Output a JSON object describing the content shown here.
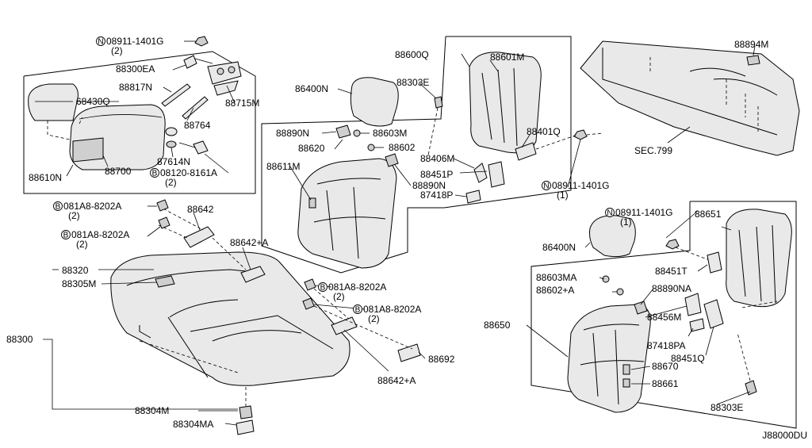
{
  "labels": [
    {
      "name": "label-08911-1401g-top",
      "circle": "N",
      "text": "08911-1401G",
      "qty": "(2)"
    },
    {
      "name": "label-88300ea",
      "text": "88300EA"
    },
    {
      "name": "label-88817n",
      "text": "88817N"
    },
    {
      "name": "label-68430q",
      "text": "68430Q"
    },
    {
      "name": "label-88715m",
      "text": "88715M"
    },
    {
      "name": "label-88764",
      "text": "88764"
    },
    {
      "name": "label-87614n",
      "text": "87614N"
    },
    {
      "name": "label-88700",
      "text": "88700"
    },
    {
      "name": "label-88610n",
      "text": "88610N"
    },
    {
      "name": "label-08120-8161a",
      "circle": "B",
      "text": "08120-8161A",
      "qty": "(2)"
    },
    {
      "name": "label-081a8-8202a-1",
      "circle": "B",
      "text": "081A8-8202A",
      "qty": "(2)"
    },
    {
      "name": "label-081a8-8202a-2",
      "circle": "B",
      "text": "081A8-8202A",
      "qty": "(2)"
    },
    {
      "name": "label-88642",
      "text": "88642"
    },
    {
      "name": "label-88642a-1",
      "text": "88642+A"
    },
    {
      "name": "label-88320",
      "text": "88320"
    },
    {
      "name": "label-88305m",
      "text": "88305M"
    },
    {
      "name": "label-88300",
      "text": "88300"
    },
    {
      "name": "label-081a8-8202a-3",
      "circle": "B",
      "text": "081A8-8202A",
      "qty": "(2)"
    },
    {
      "name": "label-081a8-8202a-4",
      "circle": "B",
      "text": "081A8-8202A",
      "qty": "(2)"
    },
    {
      "name": "label-88692",
      "text": "88692"
    },
    {
      "name": "label-88642a-2",
      "text": "88642+A"
    },
    {
      "name": "label-88304m",
      "text": "88304M"
    },
    {
      "name": "label-88304ma",
      "text": "88304MA"
    },
    {
      "name": "label-88600q",
      "text": "88600Q"
    },
    {
      "name": "label-88601m",
      "text": "88601M"
    },
    {
      "name": "label-86400n-top",
      "text": "86400N"
    },
    {
      "name": "label-88303e-top",
      "text": "88303E"
    },
    {
      "name": "label-88890n-1",
      "text": "88890N"
    },
    {
      "name": "label-88603m",
      "text": "88603M"
    },
    {
      "name": "label-88620",
      "text": "88620"
    },
    {
      "name": "label-88602",
      "text": "88602"
    },
    {
      "name": "label-88401q",
      "text": "88401Q"
    },
    {
      "name": "label-88406m",
      "text": "88406M"
    },
    {
      "name": "label-88611m",
      "text": "88611M"
    },
    {
      "name": "label-88451p",
      "text": "88451P"
    },
    {
      "name": "label-88890n-2",
      "text": "88890N"
    },
    {
      "name": "label-87418p",
      "text": "87418P"
    },
    {
      "name": "label-08911-1401g-mid",
      "circle": "N",
      "text": "08911-1401G",
      "qty": "(1)"
    },
    {
      "name": "label-88894m",
      "text": "88894M"
    },
    {
      "name": "label-sec-799",
      "text": "SEC.799"
    },
    {
      "name": "label-08911-1401g-right",
      "circle": "N",
      "text": "08911-1401G",
      "qty": "(1)"
    },
    {
      "name": "label-88651",
      "text": "88651"
    },
    {
      "name": "label-86400n-right",
      "text": "86400N"
    },
    {
      "name": "label-88451t",
      "text": "88451T"
    },
    {
      "name": "label-88603ma",
      "text": "88603MA"
    },
    {
      "name": "label-88602a",
      "text": "88602+A"
    },
    {
      "name": "label-88890na",
      "text": "88890NA"
    },
    {
      "name": "label-88456m",
      "text": "88456M"
    },
    {
      "name": "label-88650",
      "text": "88650"
    },
    {
      "name": "label-87418pa",
      "text": "87418PA"
    },
    {
      "name": "label-88451q",
      "text": "88451Q"
    },
    {
      "name": "label-88670",
      "text": "88670"
    },
    {
      "name": "label-88661",
      "text": "88661"
    },
    {
      "name": "label-88303e-bottom",
      "text": "88303E"
    }
  ],
  "diagram_code": "J88000DU"
}
